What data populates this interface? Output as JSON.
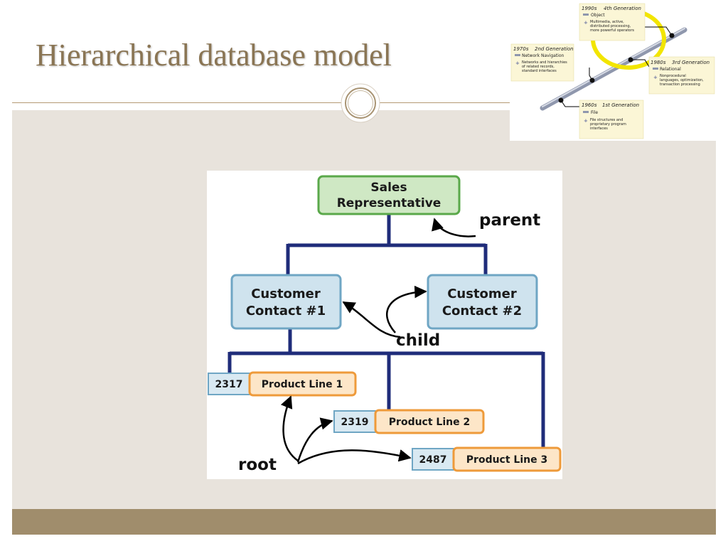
{
  "slide": {
    "title": "Hierarchical database model"
  },
  "diagram": {
    "parent_node": {
      "line1": "Sales",
      "line2": "Representative"
    },
    "children": [
      {
        "line1": "Customer",
        "line2": "Contact #1"
      },
      {
        "line1": "Customer",
        "line2": "Contact #2"
      }
    ],
    "products": [
      {
        "code": "2317",
        "label": "Product Line 1"
      },
      {
        "code": "2319",
        "label": "Product Line 2"
      },
      {
        "code": "2487",
        "label": "Product Line 3"
      }
    ],
    "labels": {
      "parent": "parent",
      "child": "child",
      "root": "root"
    },
    "colors": {
      "parent_fill": "#cfe8c4",
      "parent_stroke": "#5aa84a",
      "child_fill": "#cfe3ee",
      "child_stroke": "#6fa6c4",
      "code_fill": "#d9e9f2",
      "label_fill": "#fde6c8",
      "label_stroke": "#ee9a3a",
      "connector": "#1f2c7a"
    }
  },
  "timeline": {
    "generations": [
      {
        "era": "1990s",
        "generation": "4th Generation",
        "type": "Object",
        "desc_lines": [
          "Multimedia, active,",
          "distributed processing,",
          "more powerful operators"
        ]
      },
      {
        "era": "1970s",
        "generation": "2nd Generation",
        "type": "Network Navigation",
        "desc_lines": [
          "Networks and hierarchies",
          "of related records,",
          "standard interfaces"
        ]
      },
      {
        "era": "1980s",
        "generation": "3rd Generation",
        "type": "Relational",
        "desc_lines": [
          "Nonprocedural",
          "languages, optimization,",
          "transaction processing"
        ]
      },
      {
        "era": "1960s",
        "generation": "1st Generation",
        "type": "File",
        "desc_lines": [
          "File structures and",
          "proprietary program",
          "interfaces"
        ]
      }
    ],
    "colors": {
      "card_fill": "#fbf6d6",
      "highlight": "#f2e500",
      "axis": "#8f97ad"
    }
  }
}
